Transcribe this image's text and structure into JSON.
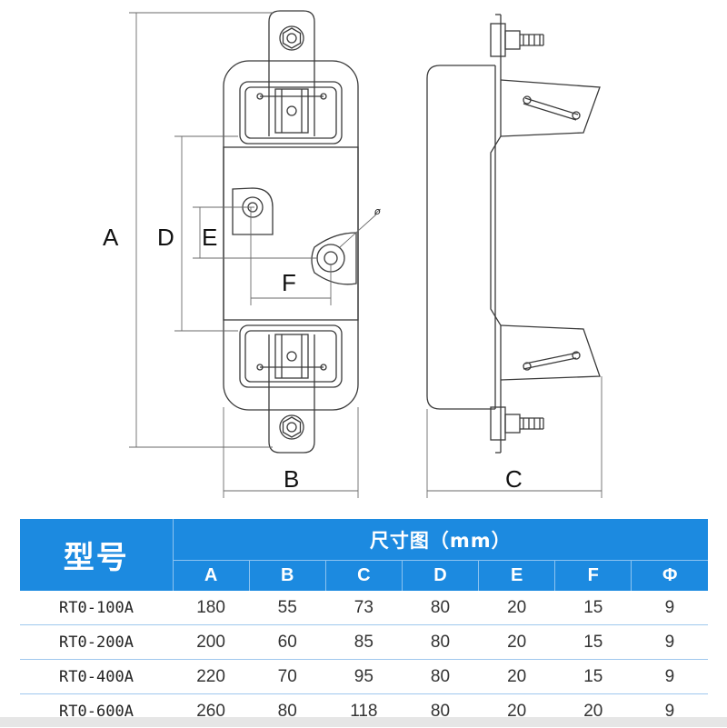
{
  "drawing": {
    "labels": {
      "A": "A",
      "B": "B",
      "C": "C",
      "D": "D",
      "E": "E",
      "F": "F",
      "phi": "ø"
    }
  },
  "table": {
    "model_header": "型号",
    "dims_header": "尺寸图（mm）",
    "columns": [
      "A",
      "B",
      "C",
      "D",
      "E",
      "F",
      "Φ"
    ],
    "rows": [
      {
        "model": "RT0-100A",
        "values": [
          "180",
          "55",
          "73",
          "80",
          "20",
          "15",
          "9"
        ]
      },
      {
        "model": "RT0-200A",
        "values": [
          "200",
          "60",
          "85",
          "80",
          "20",
          "15",
          "9"
        ]
      },
      {
        "model": "RT0-400A",
        "values": [
          "220",
          "70",
          "95",
          "80",
          "20",
          "15",
          "9"
        ]
      },
      {
        "model": "RT0-600A",
        "values": [
          "260",
          "80",
          "118",
          "80",
          "20",
          "20",
          "9"
        ]
      }
    ],
    "colors": {
      "header_bg": "#1c8ae0",
      "header_text": "#ffffff",
      "row_divider": "#9fc8ee"
    }
  }
}
